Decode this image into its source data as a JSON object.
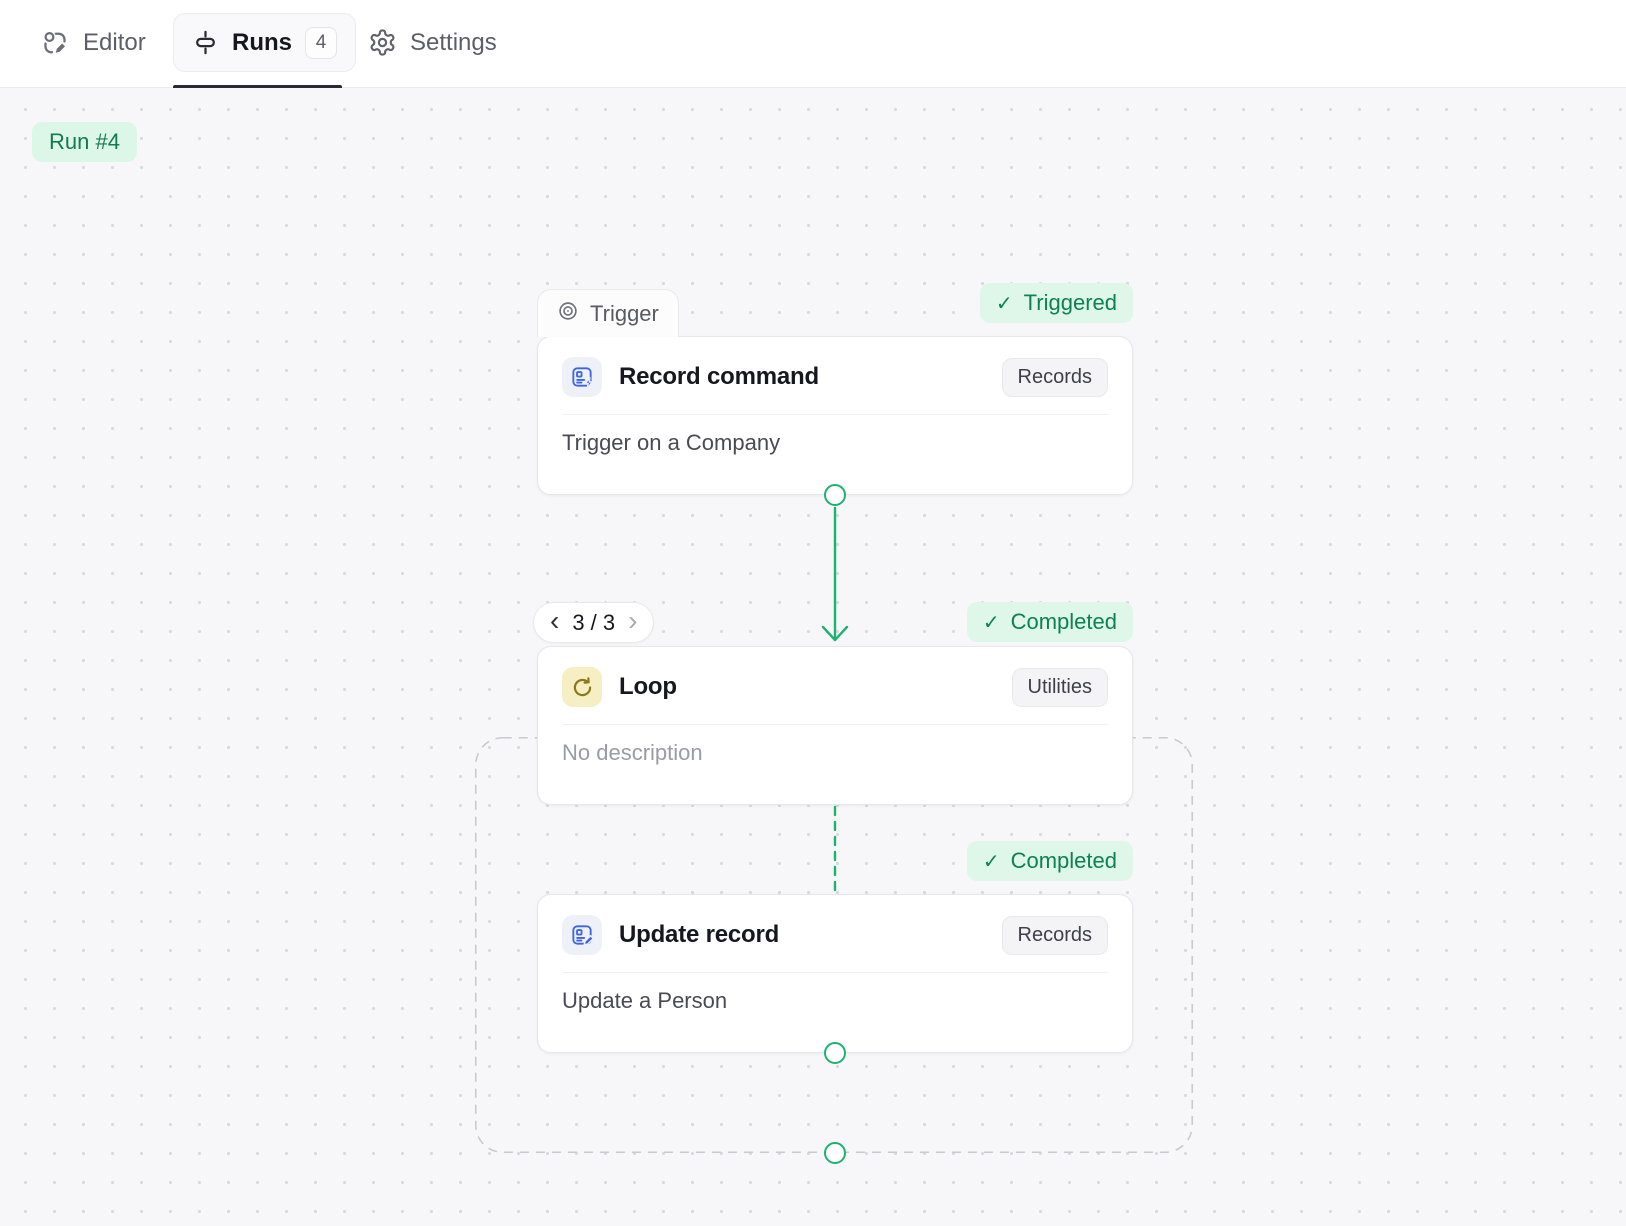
{
  "topbar": {
    "editor": {
      "label": "Editor"
    },
    "runs": {
      "label": "Runs",
      "count": "4"
    },
    "settings": {
      "label": "Settings"
    }
  },
  "canvas": {
    "run_badge": {
      "label": "Run #4"
    },
    "trigger_tab": {
      "label": "Trigger"
    },
    "pagination": {
      "prev": "‹",
      "label": "3 / 3",
      "next": "›"
    },
    "nodes": {
      "trigger": {
        "title": "Record command",
        "category": "Records",
        "description": "Trigger on a Company",
        "status": {
          "check": "✓",
          "label": "Triggered"
        }
      },
      "loop": {
        "title": "Loop",
        "category": "Utilities",
        "description": "No description",
        "status": {
          "check": "✓",
          "label": "Completed"
        }
      },
      "update": {
        "title": "Update record",
        "category": "Records",
        "description": "Update a Person",
        "status": {
          "check": "✓",
          "label": "Completed"
        }
      }
    },
    "icons": {
      "editor": "workflow-edit-icon",
      "runs": "run-marker-icon",
      "settings": "gear-icon",
      "trigger_tab": "target-icon",
      "record_command": "record-command-icon",
      "loop": "loop-arrow-icon",
      "update_record": "record-edit-icon",
      "status": "check-icon"
    },
    "colors": {
      "accent_green": "#1CB36F",
      "status_badge_bg": "#DFF7E9",
      "status_badge_text": "#0E8153",
      "run_badge_bg": "#DCF7E8",
      "run_badge_text": "#147A51",
      "record_icon_blue": "#3D63E9",
      "record_icon_bg": "#EEF1F7",
      "loop_icon_olive": "#8A7A1C",
      "loop_icon_bg": "#F6EFC4",
      "canvas_bg": "#F7F7F9",
      "dashed_border": "#C9C9D0"
    }
  }
}
